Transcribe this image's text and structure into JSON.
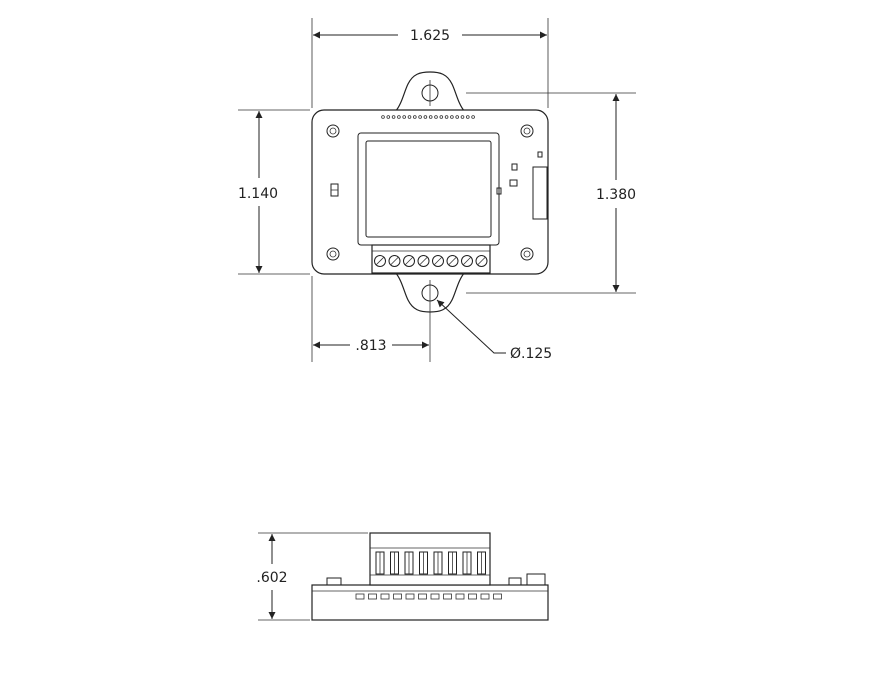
{
  "dimensions": {
    "width": "1.625",
    "hole_spacing": "1.140",
    "overall_height": "1.380",
    "offset": ".813",
    "hole_diameter": "Ø.125",
    "side_height": ".602"
  },
  "colors": {
    "line": "#222222",
    "background": "#ffffff"
  }
}
